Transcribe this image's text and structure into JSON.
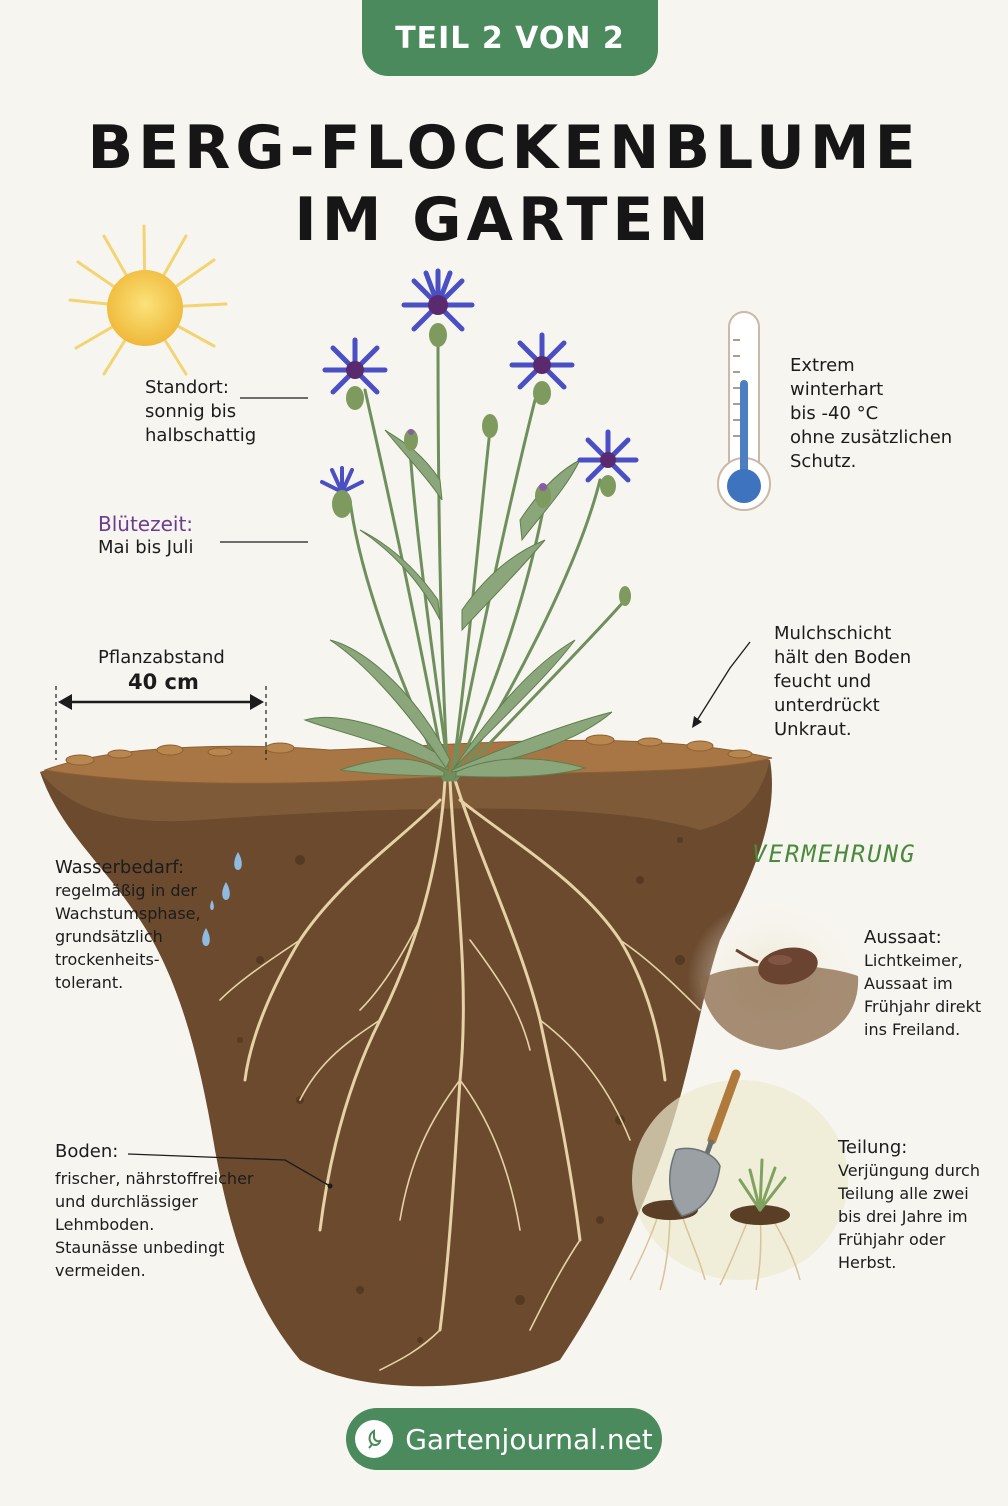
{
  "badge": "TEIL 2 VON 2",
  "title": {
    "line1": "BERG-FLOCKENBLUME",
    "line2": "IM GARTEN"
  },
  "standort": {
    "head": "Standort:",
    "lines": [
      "sonnig bis",
      "halbschattig"
    ]
  },
  "bluetezeit": {
    "head": "Blütezeit:",
    "lines": [
      "Mai bis Juli"
    ]
  },
  "winter": {
    "lines": [
      "Extrem",
      "winterhart",
      "bis -40 °C",
      "ohne zusätzlichen",
      "Schutz."
    ]
  },
  "abstand": {
    "head": "Pflanzabstand",
    "value": "40 cm"
  },
  "mulch": {
    "head": "Mulchschicht",
    "lines": [
      "hält den Boden",
      "feucht und",
      "unterdrückt",
      "Unkraut."
    ]
  },
  "wasser": {
    "head": "Wasserbedarf:",
    "lines": [
      "regelmäßig in der",
      "Wachstumsphase,",
      "grundsätzlich",
      "trockenheits-",
      "tolerant."
    ]
  },
  "boden": {
    "head": "Boden:",
    "lines": [
      "frischer, nährstoffreicher",
      "und durchlässiger",
      "Lehmboden.",
      "Staunässe unbedingt",
      "vermeiden."
    ]
  },
  "vermehrung": "VERMEHRUNG",
  "aussaat": {
    "head": "Aussaat:",
    "lines": [
      "Lichtkeimer,",
      "Aussaat im",
      "Frühjahr direkt",
      "ins Freiland."
    ]
  },
  "teilung": {
    "head": "Teilung:",
    "lines": [
      "Verjüngung durch",
      "Teilung alle zwei",
      "bis drei Jahre im",
      "Frühjahr oder",
      "Herbst."
    ]
  },
  "footer": "Gartenjournal.net",
  "icons": [
    "sun-icon",
    "thermometer-icon",
    "water-drop-icon",
    "seed-icon",
    "trowel-icon",
    "leaf-logo-icon"
  ],
  "colors": {
    "brand_green": "#4a8a5c",
    "flower_blue": "#4a4fc4",
    "soil": "#6b4a2e",
    "purple_label": "#6a3d8f"
  }
}
